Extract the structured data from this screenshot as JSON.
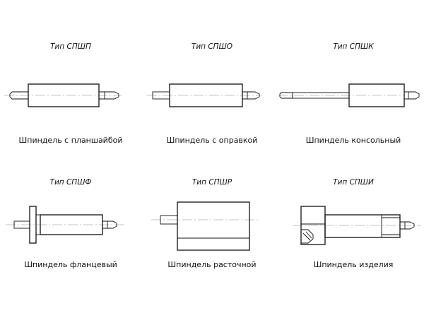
{
  "spindles": [
    {
      "type_code": "Тип СПШП",
      "name": "Шпиндель с планшайбой",
      "icon": "spindle-faceplate"
    },
    {
      "type_code": "Тип СПШО",
      "name": "Шпиндель с оправкой",
      "icon": "spindle-arbor"
    },
    {
      "type_code": "Тип СПШК",
      "name": "Шпиндель консольный",
      "icon": "spindle-cantilever"
    },
    {
      "type_code": "Тип СПШФ",
      "name": "Шпиндель фланцевый",
      "icon": "spindle-flange"
    },
    {
      "type_code": "Тип СПШР",
      "name": "Шпиндель расточной",
      "icon": "spindle-boring"
    },
    {
      "type_code": "Тип СПШИ",
      "name": "Шпиндель изделия",
      "icon": "spindle-workpiece"
    }
  ]
}
